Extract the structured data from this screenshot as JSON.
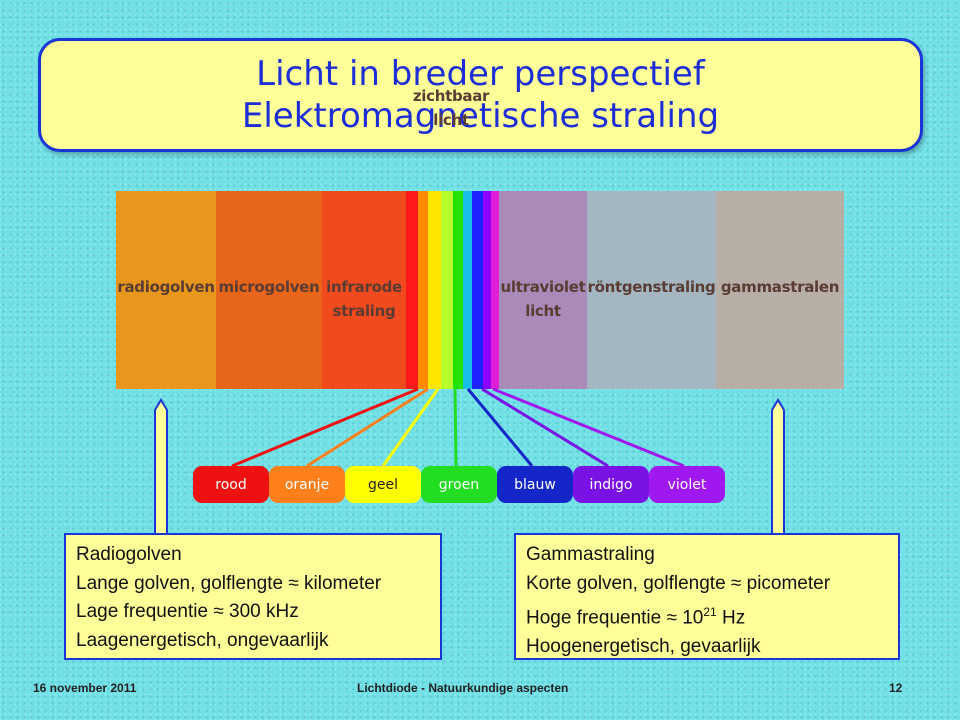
{
  "title": {
    "line1": "Licht in breder perspectief",
    "line2": "Elektromagnetische straling"
  },
  "spectrum": {
    "bands": [
      {
        "name": "radiogolven",
        "color": "#e8961c"
      },
      {
        "name": "microgolven",
        "color": "#e8661c"
      },
      {
        "name": "infrarode\nstraling",
        "color": "#f04a1e"
      },
      {
        "name": "zichtbaar\nlicht",
        "color": "visible"
      },
      {
        "name": "ultraviolet\nlicht",
        "color": "#a98ab8"
      },
      {
        "name": "röntgenstraling",
        "color": "#a3b6c2"
      },
      {
        "name": "gammastralen",
        "color": "#b7aea6"
      }
    ],
    "visible_colors": [
      "#ff2020",
      "#ff8a00",
      "#ffe600",
      "#b6ff2a",
      "#22e400",
      "#16c0e8",
      "#1e22ff",
      "#8a00ff",
      "#e01ed8"
    ]
  },
  "color_chips": [
    {
      "label": "rood",
      "color": "#ee1111"
    },
    {
      "label": "oranje",
      "color": "#ff7f1a"
    },
    {
      "label": "geel",
      "color": "#ffff00"
    },
    {
      "label": "groen",
      "color": "#22dd22"
    },
    {
      "label": "blauw",
      "color": "#1426c8"
    },
    {
      "label": "indigo",
      "color": "#7a12e6"
    },
    {
      "label": "violet",
      "color": "#a018f0"
    }
  ],
  "radio_box": {
    "lines": [
      "Radiogolven",
      "Lange golven, golflengte ≈ kilometer",
      "Lage frequentie ≈ 300 kHz",
      "Laagenergetisch, ongevaarlijk"
    ]
  },
  "gamma_box": {
    "line1": "Gammastraling",
    "line2": "Korte golven, golflengte  ≈ picometer",
    "line3_prefix": "Hoge frequentie ≈ 10",
    "line3_exp": "21",
    "line3_suffix": " Hz",
    "line4": "Hoogenergetisch, gevaarlijk"
  },
  "footer": {
    "date": "16 november 2011",
    "center": "Lichtdiode - Natuurkundige aspecten",
    "page": "12"
  }
}
